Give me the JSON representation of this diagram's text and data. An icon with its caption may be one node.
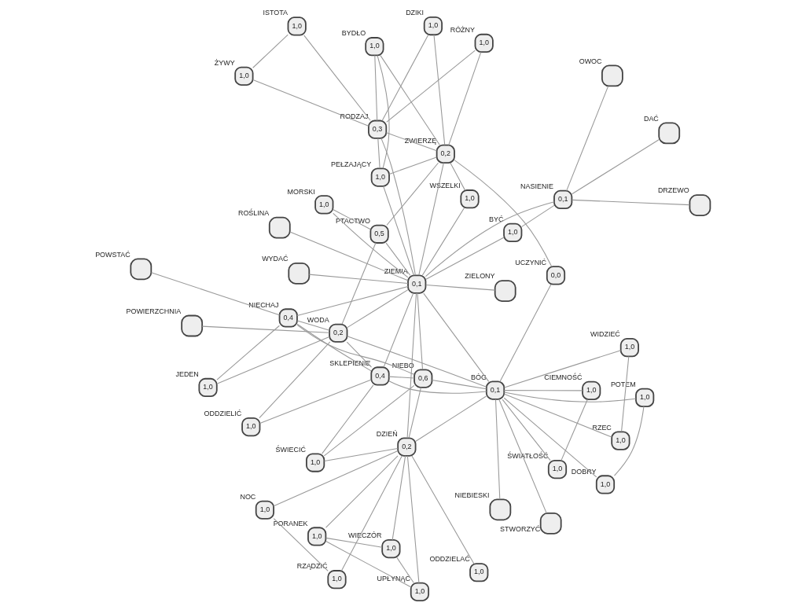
{
  "diagram": {
    "nodes": [
      {
        "text": [
          "1,0"
        ],
        "beside": [
          "PORANEK"
        ]
      },
      {
        "text": [
          "1,0"
        ],
        "beside": [
          "ODDZIELAĆ"
        ]
      },
      {
        "text": [
          "1,0"
        ],
        "beside": [
          "RZĄDZIĆ"
        ]
      },
      {
        "text": [
          "1,0"
        ],
        "beside": [
          "NOC"
        ]
      },
      {
        "text": [
          "1,0"
        ],
        "beside": [
          "UPŁYNĄĆ"
        ]
      },
      {
        "text": [
          "1,0"
        ],
        "beside": [
          "WIECZÓR"
        ]
      },
      {
        "text": [
          "0,2"
        ],
        "beside": [
          "DZIEŃ"
        ]
      },
      {
        "text": [
          "1,0"
        ],
        "beside": [
          "POTEM"
        ]
      },
      {
        "text": [],
        "shape": "box",
        "beside": [
          "NIEBIESKI"
        ]
      },
      {
        "text": [
          "1,0"
        ],
        "beside": [
          "DOBRY"
        ]
      },
      {
        "text": [],
        "shape": "box",
        "beside": [
          "STWORZYĆ"
        ]
      },
      {
        "text": [
          "1,0"
        ],
        "beside": [
          "ŚWIECIĆ"
        ]
      },
      {
        "text": [
          "0,6"
        ],
        "beside": [
          "NIEBO"
        ]
      },
      {
        "text": [
          "1,0"
        ],
        "beside": [
          "WIDZIEĆ"
        ]
      },
      {
        "text": [
          "0,1"
        ],
        "beside": [
          "BÓG"
        ]
      },
      {
        "text": [
          "0,4"
        ],
        "beside": [
          "SKLEPIENIE"
        ]
      },
      {
        "text": [
          "1,0"
        ],
        "beside": [
          "RZEC"
        ]
      },
      {
        "text": [],
        "shape": "box",
        "beside": [
          "POWSTAĆ"
        ]
      },
      {
        "text": [
          "1,0"
        ],
        "beside": [
          "ODDZIELIĆ"
        ]
      },
      {
        "text": [
          "0,4"
        ],
        "beside": [
          "NIECHAJ"
        ]
      },
      {
        "text": [
          "1,0"
        ],
        "beside": [
          "JEDEN"
        ]
      },
      {
        "text": [
          "1,0"
        ],
        "beside": [
          "ŚWIATŁOŚĆ"
        ]
      },
      {
        "text": [
          "1,0"
        ],
        "beside": [
          "CIEMNOŚĆ"
        ]
      },
      {
        "text": [
          "0,5"
        ],
        "beside": [
          "PTACTWO"
        ]
      },
      {
        "text": [],
        "shape": "box",
        "beside": [
          "POWIERZCHNIA"
        ]
      },
      {
        "text": [
          "0,2"
        ],
        "beside": [
          "WODA"
        ]
      },
      {
        "text": [
          "0,0"
        ],
        "beside": [
          "UCZYNIĆ"
        ]
      },
      {
        "text": [
          "1,0"
        ],
        "beside": [
          "MORSKI"
        ]
      },
      {
        "text": [],
        "shape": "box",
        "beside": [
          "WYDAĆ"
        ]
      },
      {
        "text": [
          "0,1"
        ],
        "beside": [
          "ZIEMIA"
        ]
      },
      {
        "text": [
          "1,0"
        ],
        "beside": [
          "WSZELKI"
        ]
      },
      {
        "text": [
          "1,0"
        ],
        "beside": [
          "BYĆ"
        ]
      },
      {
        "text": [
          "1,0"
        ],
        "beside": [
          "BYDŁO"
        ]
      },
      {
        "text": [
          "0,2"
        ],
        "beside": [
          "ZWIERZĘ"
        ]
      },
      {
        "text": [],
        "shape": "box",
        "beside": [
          "DAĆ"
        ]
      },
      {
        "text": [],
        "shape": "box",
        "beside": [
          "ZIELONY"
        ]
      },
      {
        "text": [
          "0,1"
        ],
        "beside": [
          "NASIENIE"
        ]
      },
      {
        "text": [
          "1,0"
        ],
        "beside": [
          "RÓŻNY"
        ]
      },
      {
        "text": [
          "1,0"
        ],
        "beside": [
          "PEŁZAJĄCY"
        ]
      },
      {
        "text": [],
        "shape": "box",
        "beside": [
          "ROŚLINA"
        ]
      },
      {
        "text": [
          "0,3"
        ],
        "beside": [
          "RODZAJ"
        ]
      },
      {
        "text": [],
        "shape": "box",
        "beside": [
          "OWOC"
        ]
      },
      {
        "text": [
          "1,0"
        ],
        "beside": [
          "DZIKI"
        ]
      },
      {
        "text": [],
        "shape": "box",
        "beside": [
          "DRZEWO"
        ]
      },
      {
        "text": [
          "1,0"
        ],
        "beside": [
          "ISTOTA"
        ]
      },
      {
        "text": [
          "1,0"
        ],
        "beside": [
          "ŻYWY"
        ]
      }
    ],
    "edges": [
      {
        "from": 0,
        "to": 4,
        "arrow": "none"
      },
      {
        "from": 0,
        "to": 5,
        "arrow": "none"
      },
      {
        "from": 0,
        "to": 6,
        "arrow": "none"
      },
      {
        "from": 4,
        "to": 5,
        "arrow": "none"
      },
      {
        "from": 4,
        "to": 6,
        "arrow": "none"
      },
      {
        "from": 5,
        "to": 6,
        "arrow": "none"
      },
      {
        "from": 1,
        "to": 6,
        "arrow": "none"
      },
      {
        "from": 2,
        "to": 6,
        "arrow": "none"
      },
      {
        "from": 2,
        "to": 3,
        "arrow": "none"
      },
      {
        "from": 3,
        "to": 6,
        "arrow": "none"
      },
      {
        "from": 6,
        "to": 11,
        "arrow": "none"
      },
      {
        "from": 6,
        "to": 12,
        "arrow": "none"
      },
      {
        "from": 6,
        "to": 14,
        "arrow": "none"
      },
      {
        "from": 6,
        "to": 29,
        "arrow": "none"
      },
      {
        "from": 7,
        "to": 9,
        "arrow": "none"
      },
      {
        "from": 7,
        "to": 14,
        "arrow": "none"
      },
      {
        "from": 8,
        "to": 14,
        "arrow": "none"
      },
      {
        "from": 9,
        "to": 14,
        "arrow": "none"
      },
      {
        "from": 10,
        "to": 14,
        "arrow": "none"
      },
      {
        "from": 11,
        "to": 12,
        "arrow": "none"
      },
      {
        "from": 11,
        "to": 15,
        "arrow": "none"
      },
      {
        "from": 12,
        "to": 14,
        "arrow": "none"
      },
      {
        "from": 12,
        "to": 15,
        "arrow": "none"
      },
      {
        "from": 12,
        "to": 19,
        "arrow": "none"
      },
      {
        "from": 12,
        "to": 29,
        "arrow": "none"
      },
      {
        "from": 13,
        "to": 14,
        "arrow": "none"
      },
      {
        "from": 13,
        "to": 16,
        "arrow": "none"
      },
      {
        "from": 14,
        "to": 16,
        "arrow": "none"
      },
      {
        "from": 14,
        "to": 21,
        "arrow": "none"
      },
      {
        "from": 14,
        "to": 22,
        "arrow": "none"
      },
      {
        "from": 21,
        "to": 22,
        "arrow": "none"
      },
      {
        "from": 14,
        "to": 26,
        "arrow": "none"
      },
      {
        "from": 14,
        "to": 15,
        "arrow": "none"
      },
      {
        "from": 14,
        "to": 25,
        "arrow": "none"
      },
      {
        "from": 14,
        "to": 29,
        "arrow": "none"
      },
      {
        "from": 15,
        "to": 19,
        "arrow": "none"
      },
      {
        "from": 15,
        "to": 18,
        "arrow": "none"
      },
      {
        "from": 15,
        "to": 25,
        "arrow": "none"
      },
      {
        "from": 15,
        "to": 29,
        "arrow": "none"
      },
      {
        "from": 17,
        "to": 19,
        "arrow": "none"
      },
      {
        "from": 19,
        "to": 20,
        "arrow": "none"
      },
      {
        "from": 19,
        "to": 25,
        "arrow": "none"
      },
      {
        "from": 19,
        "to": 29,
        "arrow": "none"
      },
      {
        "from": 20,
        "to": 25,
        "arrow": "none"
      },
      {
        "from": 18,
        "to": 25,
        "arrow": "none"
      },
      {
        "from": 24,
        "to": 25,
        "arrow": "none"
      },
      {
        "from": 25,
        "to": 23,
        "arrow": "none"
      },
      {
        "from": 25,
        "to": 29,
        "arrow": "none"
      },
      {
        "from": 23,
        "to": 29,
        "arrow": "none"
      },
      {
        "from": 23,
        "to": 27,
        "arrow": "none"
      },
      {
        "from": 23,
        "to": 33,
        "arrow": "none"
      },
      {
        "from": 26,
        "to": 33,
        "arrow": "none"
      },
      {
        "from": 27,
        "to": 29,
        "arrow": "none"
      },
      {
        "from": 28,
        "to": 29,
        "arrow": "none"
      },
      {
        "from": 29,
        "to": 30,
        "arrow": "none"
      },
      {
        "from": 29,
        "to": 31,
        "arrow": "none"
      },
      {
        "from": 29,
        "to": 33,
        "arrow": "none"
      },
      {
        "from": 29,
        "to": 36,
        "arrow": "none"
      },
      {
        "from": 29,
        "to": 35,
        "arrow": "none"
      },
      {
        "from": 29,
        "to": 39,
        "arrow": "none"
      },
      {
        "from": 29,
        "to": 38,
        "arrow": "none"
      },
      {
        "from": 29,
        "to": 40,
        "arrow": "none"
      },
      {
        "from": 30,
        "to": 33,
        "arrow": "none"
      },
      {
        "from": 31,
        "to": 36,
        "arrow": "none"
      },
      {
        "from": 32,
        "to": 33,
        "arrow": "none"
      },
      {
        "from": 32,
        "to": 38,
        "arrow": "none"
      },
      {
        "from": 32,
        "to": 40,
        "arrow": "none"
      },
      {
        "from": 33,
        "to": 38,
        "arrow": "none"
      },
      {
        "from": 33,
        "to": 40,
        "arrow": "none"
      },
      {
        "from": 33,
        "to": 37,
        "arrow": "none"
      },
      {
        "from": 33,
        "to": 42,
        "arrow": "none"
      },
      {
        "from": 34,
        "to": 36,
        "arrow": "none"
      },
      {
        "from": 36,
        "to": 41,
        "arrow": "none"
      },
      {
        "from": 36,
        "to": 43,
        "arrow": "none"
      },
      {
        "from": 37,
        "to": 40,
        "arrow": "none"
      },
      {
        "from": 38,
        "to": 40,
        "arrow": "none"
      },
      {
        "from": 40,
        "to": 42,
        "arrow": "none"
      },
      {
        "from": 40,
        "to": 44,
        "arrow": "none"
      },
      {
        "from": 40,
        "to": 45,
        "arrow": "none"
      },
      {
        "from": 44,
        "to": 45,
        "arrow": "none"
      }
    ]
  }
}
